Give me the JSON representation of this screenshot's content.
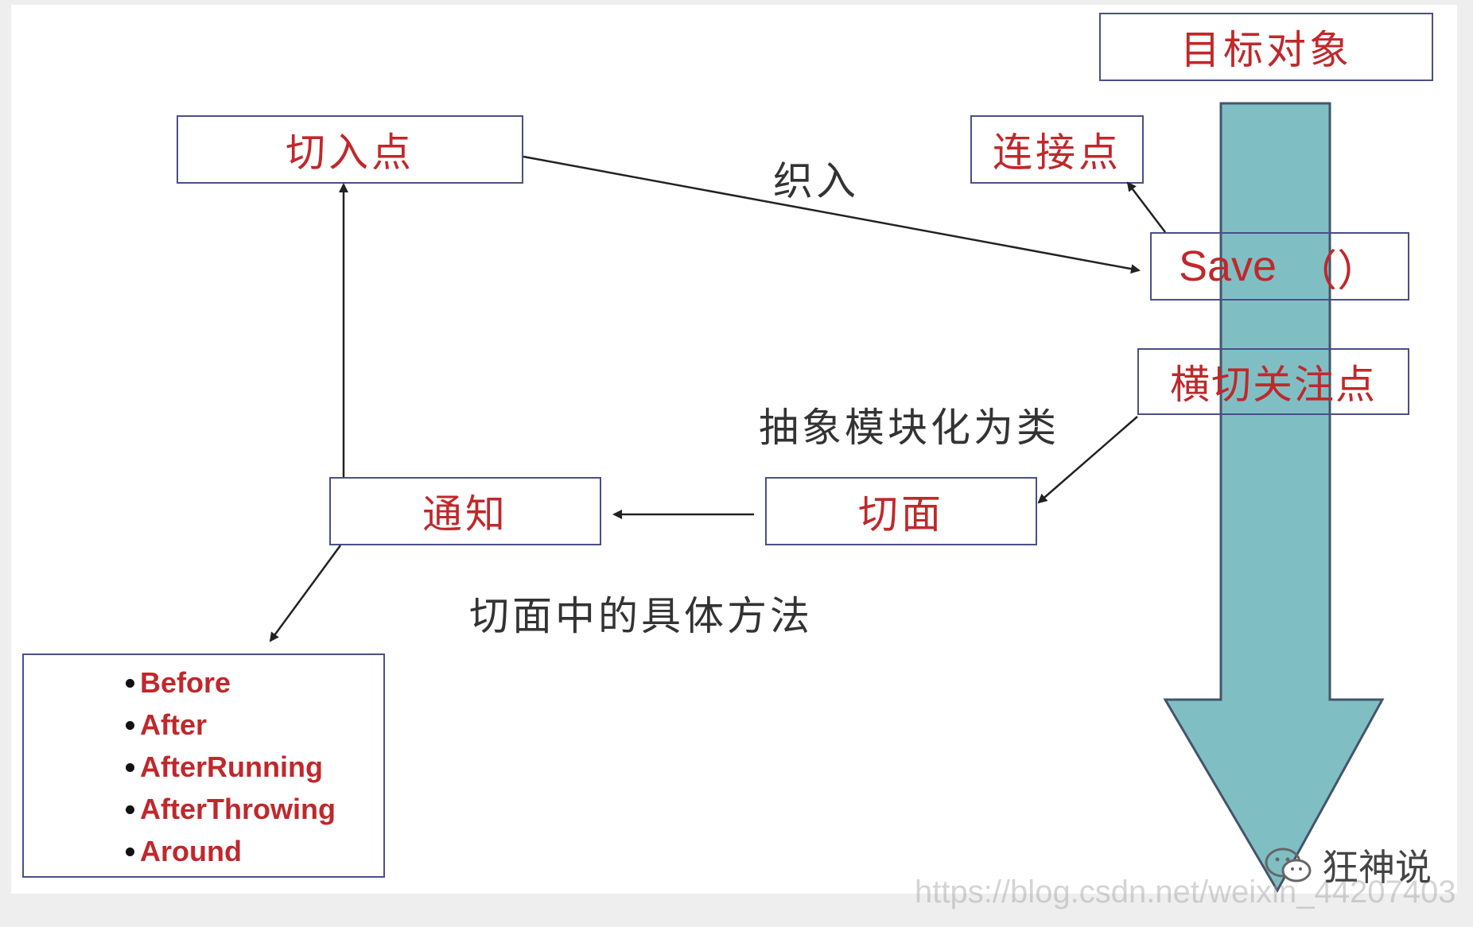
{
  "nodes": {
    "target_object": "目标对象",
    "pointcut": "切入点",
    "join_point": "连接点",
    "save_method": "Save",
    "save_paren": "（）",
    "crosscutting_concern": "横切关注点",
    "aspect": "切面",
    "advice": "通知"
  },
  "edge_labels": {
    "weave": "织入",
    "abstract_modularize": "抽象模块化为类",
    "aspect_methods": "切面中的具体方法"
  },
  "advice_types": [
    "Before",
    "After",
    "AfterRunning",
    "AfterThrowing",
    "Around"
  ],
  "watermark": "https://blog.csdn.net/weixin_44207403",
  "brand": "狂神说",
  "colors": {
    "box_text": "#c0282b",
    "box_border": "#4a4f86",
    "arrow_fill": "#7fbfc4",
    "arrow_stroke": "#44546a",
    "line": "#222222"
  }
}
